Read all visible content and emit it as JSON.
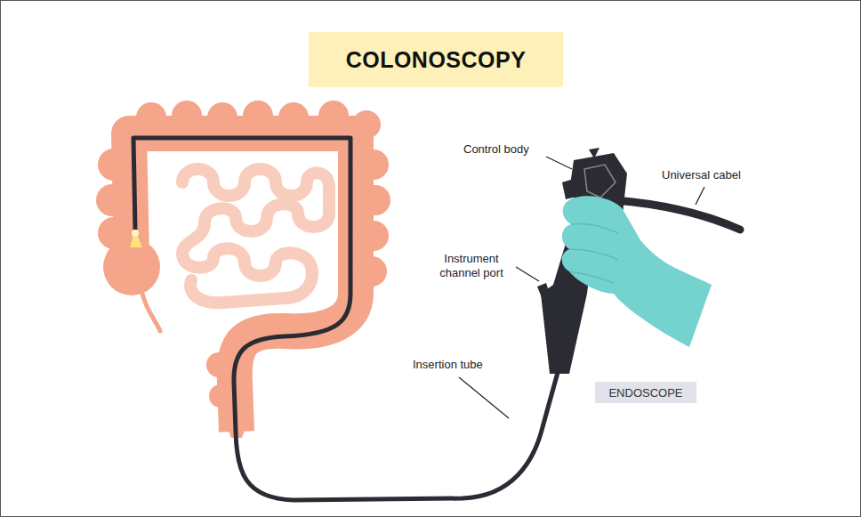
{
  "diagram": {
    "title": "COLONOSCOPY",
    "nodes": [
      {
        "text": [
          "ENDOSCOPE"
        ]
      }
    ],
    "labels": [
      "Control body",
      "Universal cabel",
      "Instrument channel port",
      "Insertion tube"
    ]
  }
}
